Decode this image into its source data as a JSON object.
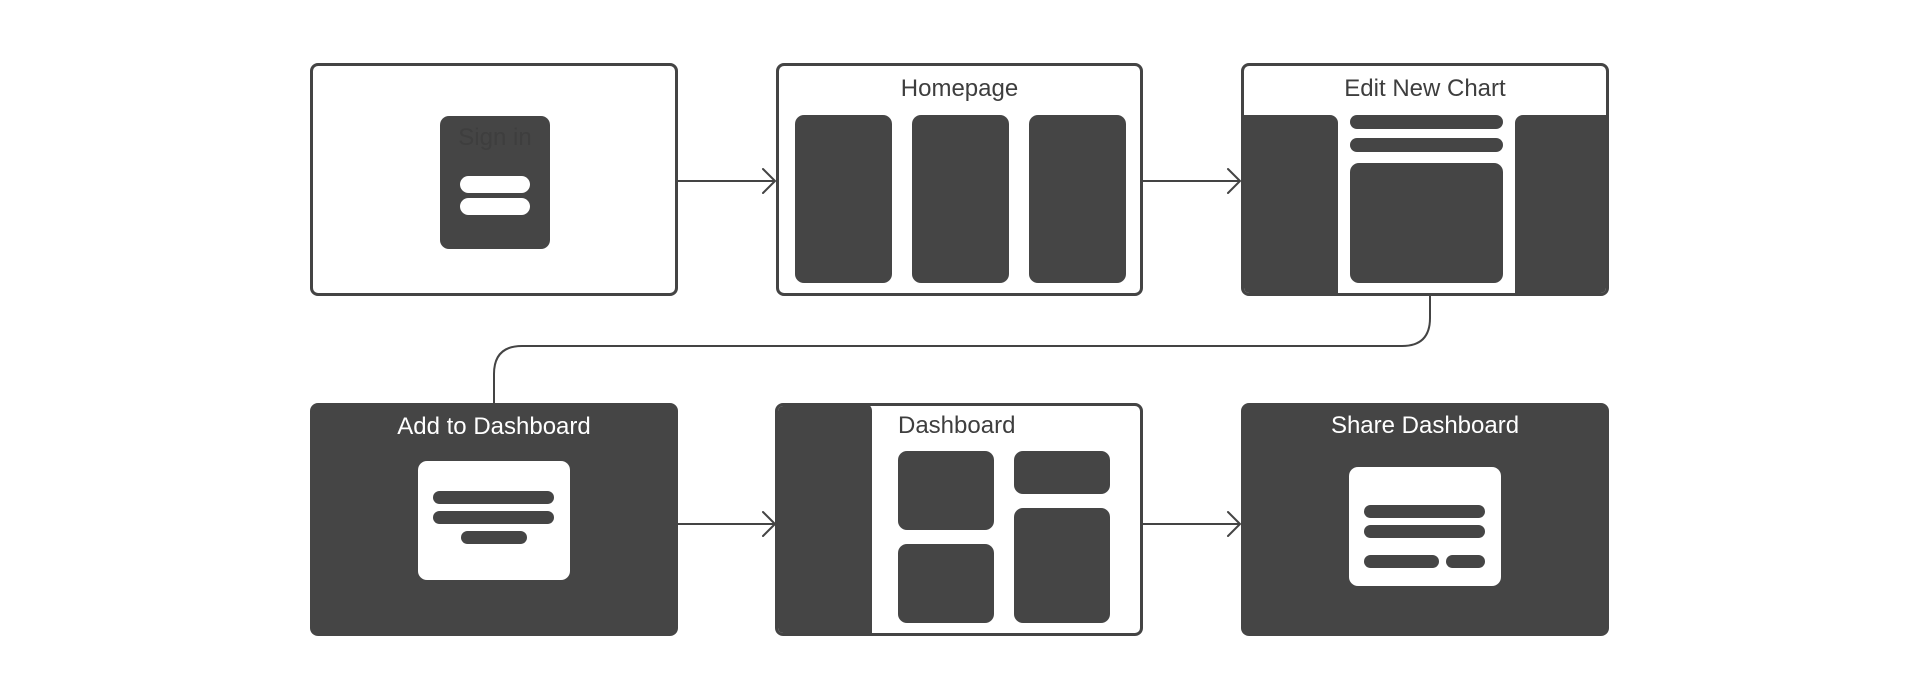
{
  "diagram": {
    "steps": [
      {
        "id": "signin",
        "label": "Sign in"
      },
      {
        "id": "homepage",
        "label": "Homepage"
      },
      {
        "id": "edit-chart",
        "label": "Edit New Chart"
      },
      {
        "id": "add-dashboard",
        "label": "Add to Dashboard"
      },
      {
        "id": "dashboard",
        "label": "Dashboard"
      },
      {
        "id": "share-dashboard",
        "label": "Share Dashboard"
      }
    ],
    "connections": [
      {
        "from": "signin",
        "to": "homepage"
      },
      {
        "from": "homepage",
        "to": "edit-chart"
      },
      {
        "from": "edit-chart",
        "to": "add-dashboard"
      },
      {
        "from": "add-dashboard",
        "to": "dashboard"
      },
      {
        "from": "dashboard",
        "to": "share-dashboard"
      }
    ]
  },
  "colors": {
    "fill": "#454545",
    "outline": "#444444",
    "background": "#ffffff"
  }
}
